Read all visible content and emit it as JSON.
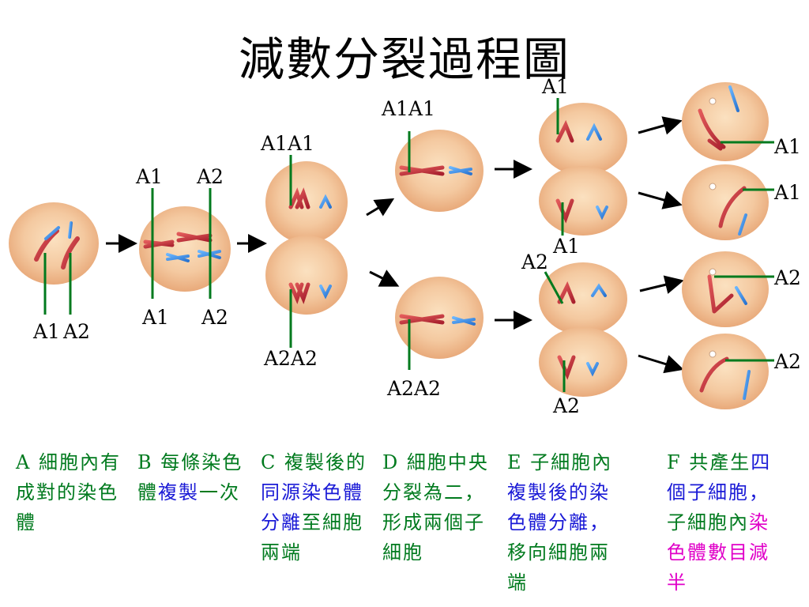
{
  "title": "減數分裂過程圖",
  "labels": {
    "a1a2_left": "A1",
    "a1a2_right": "A2",
    "b_top_a1": "A1",
    "b_top_a2": "A2",
    "b_bot_a1": "A1",
    "b_bot_a2": "A2",
    "c_top": "A1A1",
    "c_bot": "A2A2",
    "d_top": "A1A1",
    "d_bot": "A2A2",
    "e1_top": "A1",
    "e1_bot": "A1",
    "e2_top": "A2",
    "e2_bot": "A2",
    "f1": "A1",
    "f2": "A1",
    "f3": "A2",
    "f4": "A2"
  },
  "captions": {
    "A": {
      "p1": "A 細胞內有成對的染色體"
    },
    "B": {
      "p1": "B 每條染色體",
      "p2": "複製",
      "p3": "一次"
    },
    "C": {
      "p1": "C 複製後的",
      "p2": "同源染色體分離",
      "p3": "至細胞兩端"
    },
    "D": {
      "p1": "D 細胞中央分裂為二，形成兩個子細胞"
    },
    "E": {
      "p1": "E 子細胞內",
      "p2": "複製後的染色體分離，",
      "p3": "移向細胞兩端"
    },
    "F": {
      "p1": "F 共產生",
      "p2": "四個子細胞，",
      "p3": "子細胞內",
      "p4": "染色體數目減半"
    }
  },
  "colors": {
    "green": "#007a1e",
    "blue": "#1a1ad6",
    "magenta": "#e000c8",
    "cell": "#f4caa0",
    "chromo_red": "#c8323a",
    "chromo_blue": "#3a8ee6"
  }
}
